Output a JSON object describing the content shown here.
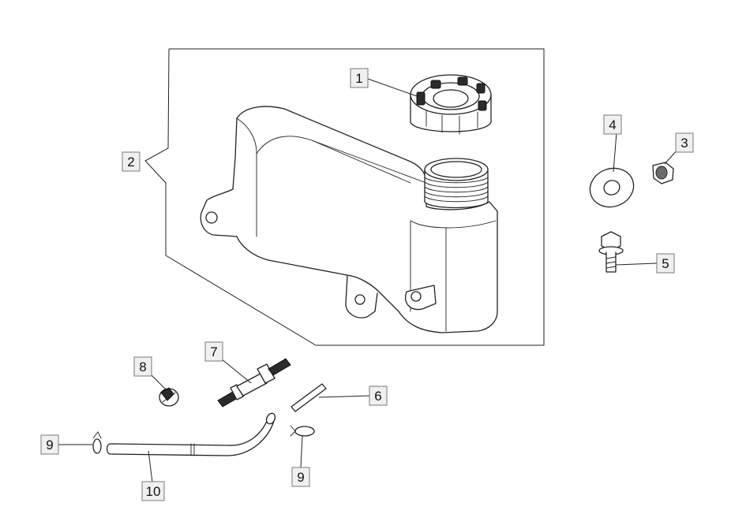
{
  "callouts": [
    {
      "id": "1",
      "label": "1"
    },
    {
      "id": "2",
      "label": "2"
    },
    {
      "id": "3",
      "label": "3"
    },
    {
      "id": "4",
      "label": "4"
    },
    {
      "id": "5",
      "label": "5"
    },
    {
      "id": "6",
      "label": "6"
    },
    {
      "id": "7",
      "label": "7"
    },
    {
      "id": "8",
      "label": "8"
    },
    {
      "id": "9a",
      "label": "9"
    },
    {
      "id": "9b",
      "label": "9"
    },
    {
      "id": "10",
      "label": "10"
    }
  ]
}
